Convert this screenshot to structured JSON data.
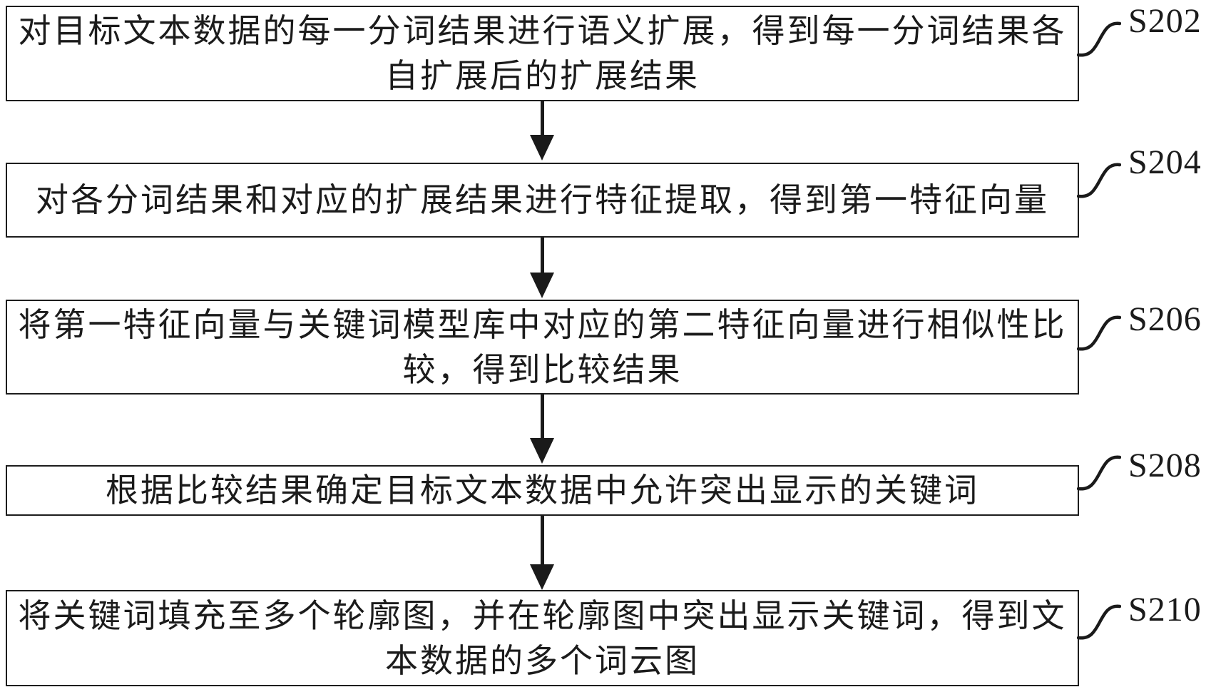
{
  "figure": {
    "type": "flowchart",
    "background_color": "#ffffff",
    "line_color": "#1d1d1d",
    "text_color": "#1b1b1b"
  },
  "steps": [
    {
      "id": "S202",
      "text": "对目标文本数据的每一分词结果进行语义扩展，得到每一分词结果各\n自扩展后的扩展结果"
    },
    {
      "id": "S204",
      "text": "对各分词结果和对应的扩展结果进行特征提取，得到第一特征向量"
    },
    {
      "id": "S206",
      "text": "将第一特征向量与关键词模型库中对应的第二特征向量进行相似性比\n较，得到比较结果"
    },
    {
      "id": "S208",
      "text": "根据比较结果确定目标文本数据中允许突出显示的关键词"
    },
    {
      "id": "S210",
      "text": "将关键词填充至多个轮廓图，并在轮廓图中突出显示关键词，得到文\n本数据的多个词云图"
    }
  ]
}
